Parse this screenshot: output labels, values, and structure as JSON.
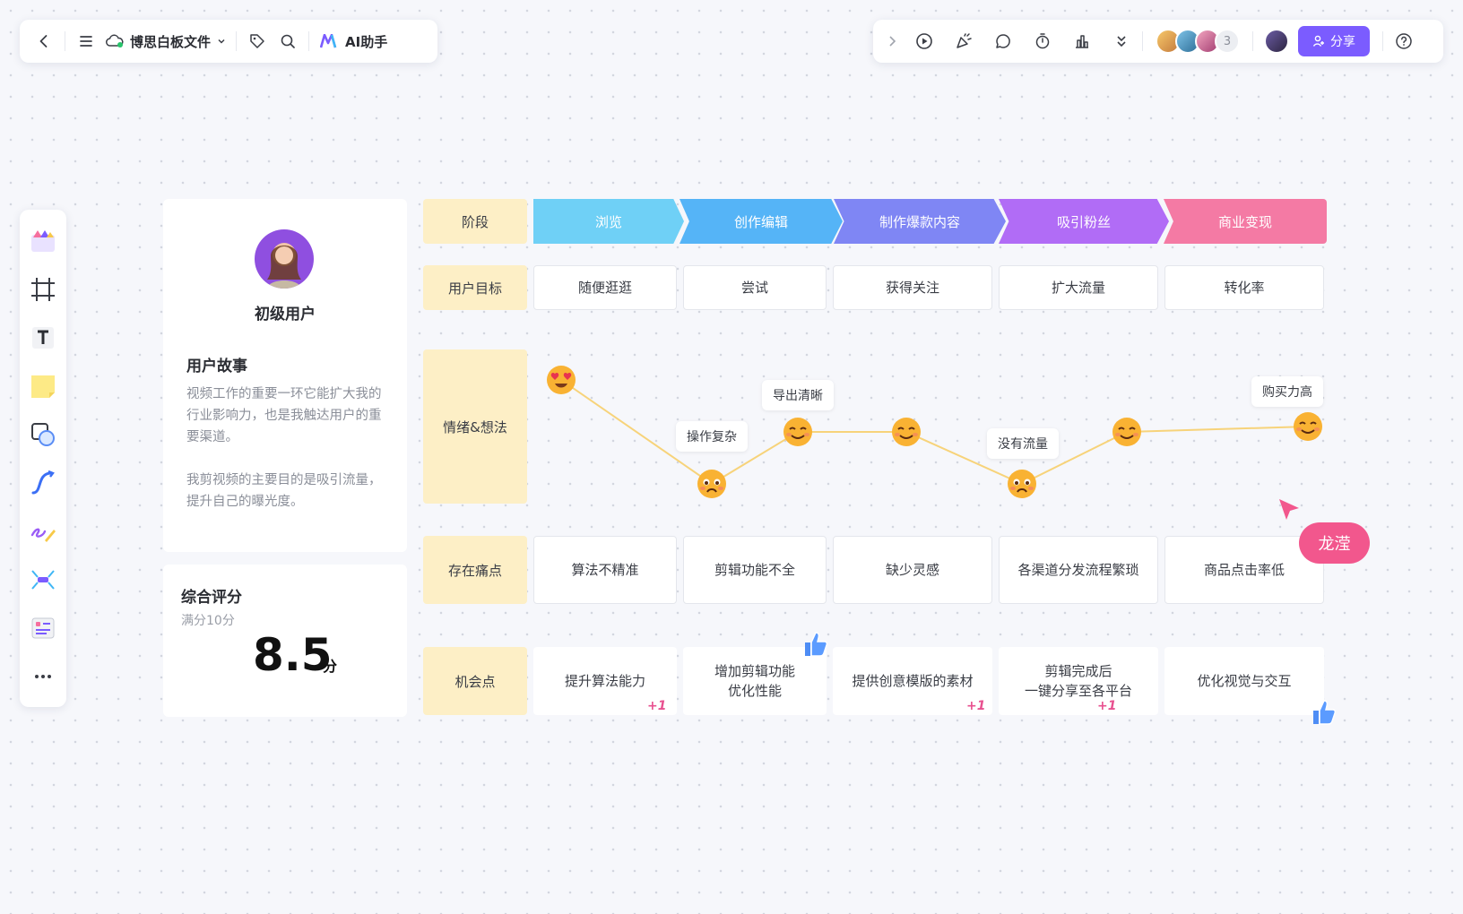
{
  "toolbar_top": {
    "doc_name": "博思白板文件",
    "ai_label": "AI助手",
    "collaborator_count": "3",
    "share_label": "分享"
  },
  "persona": {
    "name": "初级用户",
    "story_title": "用户故事",
    "story_p1": "视频工作的重要一环它能扩大我的行业影响力，也是我触达用户的重要渠道。",
    "story_p2": "我剪视频的主要目的是吸引流量，提升自己的曝光度。"
  },
  "score": {
    "title": "综合评分",
    "subtitle": "满分10分",
    "value": "8.5",
    "unit": "分"
  },
  "rows": {
    "stage": "阶段",
    "goal": "用户目标",
    "emotion": "情绪&想法",
    "pain": "存在痛点",
    "opportunity": "机会点"
  },
  "stages": [
    "浏览",
    "创作编辑",
    "制作爆款内容",
    "吸引粉丝",
    "商业变现"
  ],
  "stage_colors": [
    "#6fd0f6",
    "#55b4f7",
    "#7f86f4",
    "#b16cf6",
    "#f47aa4"
  ],
  "goals": [
    "随便逛逛",
    "尝试",
    "获得关注",
    "扩大流量",
    "转化率"
  ],
  "emotion_notes": [
    "操作复杂",
    "导出清晰",
    "没有流量",
    "购买力高"
  ],
  "pains": [
    "算法不精准",
    "剪辑功能不全",
    "缺少灵感",
    "各渠道分发流程繁琐",
    "商品点击率低"
  ],
  "opportunities": [
    "提升算法能力",
    "增加剪辑功能\n优化性能",
    "提供创意模版的素材",
    "剪辑完成后\n一键分享至各平台",
    "优化视觉与交互"
  ],
  "plus_one": "+1",
  "cursor_user": "龙滢"
}
